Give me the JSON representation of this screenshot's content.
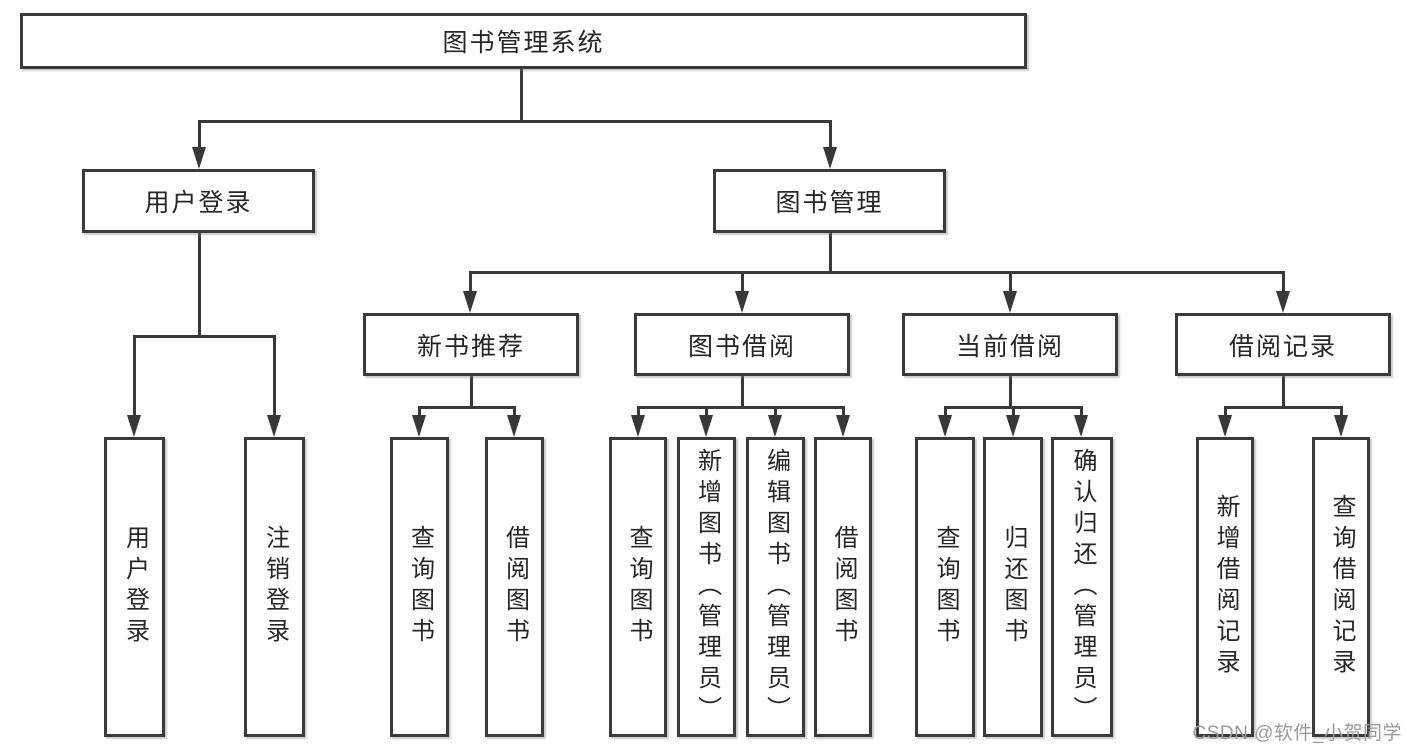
{
  "tree": {
    "root": {
      "label": "图书管理系统",
      "children": [
        {
          "label": "用户登录",
          "children": [
            {
              "label": "用户登录"
            },
            {
              "label": "注销登录"
            }
          ]
        },
        {
          "label": "图书管理",
          "children": [
            {
              "label": "新书推荐",
              "children": [
                {
                  "label": "查询图书"
                },
                {
                  "label": "借阅图书"
                }
              ]
            },
            {
              "label": "图书借阅",
              "children": [
                {
                  "label": "查询图书"
                },
                {
                  "label": "新增图书（管理员）"
                },
                {
                  "label": "编辑图书（管理员）"
                },
                {
                  "label": "借阅图书"
                }
              ]
            },
            {
              "label": "当前借阅",
              "children": [
                {
                  "label": "查询图书"
                },
                {
                  "label": "归还图书"
                },
                {
                  "label": "确认归还（管理员）"
                }
              ]
            },
            {
              "label": "借阅记录",
              "children": [
                {
                  "label": "新增借阅记录"
                },
                {
                  "label": "查询借阅记录"
                }
              ]
            }
          ]
        }
      ]
    }
  },
  "watermark": {
    "text": "CSDN @软件_小贺同学"
  },
  "colors": {
    "line": "#383838",
    "box_border": "#3a3a3a",
    "box_background": "#ffffff",
    "text": "#262626",
    "watermark": "#9b9b9b",
    "page_background": "#ffffff"
  }
}
